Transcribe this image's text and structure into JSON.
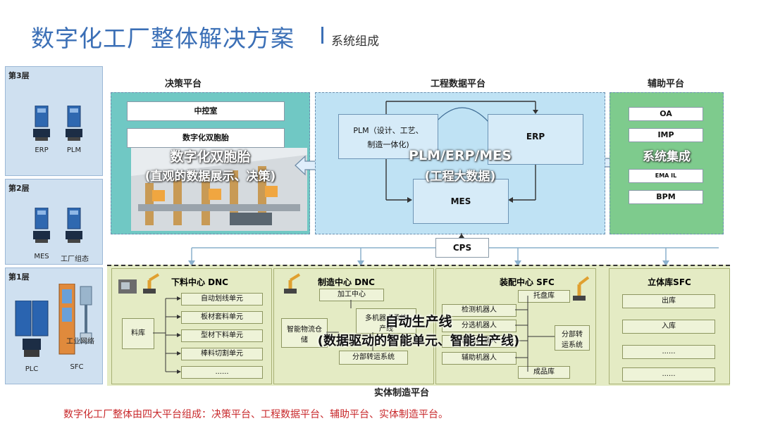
{
  "title": "数字化工厂整体解决方案",
  "subtitle": "系统组成",
  "layers": {
    "l3": {
      "label": "第3层",
      "items": [
        "ERP",
        "PLM"
      ]
    },
    "l2": {
      "label": "第2层",
      "items": [
        "MES",
        "工厂组态"
      ]
    },
    "l1": {
      "label": "第1层",
      "items": [
        "PLC",
        "SFC"
      ],
      "network": "工业网络"
    }
  },
  "decision": {
    "title": "决策平台",
    "box1": "中控室",
    "box2": "数字化双胞胎",
    "overlay_line1": "数字化双胞胎",
    "overlay_line2": "(直观的数据展示、决策)"
  },
  "engineering": {
    "title": "工程数据平台",
    "plm_line1": "PLM（设计、工艺、",
    "plm_line2": "制造一体化)",
    "erp": "ERP",
    "mes": "MES",
    "overlay_line1": "PLM/ERP/MES",
    "overlay_line2": "(工程大数据)"
  },
  "aux": {
    "title": "辅助平台",
    "items": [
      "OA",
      "IMP",
      "EMA    IL",
      "BPM"
    ],
    "overlay": "系统集成"
  },
  "cps": "CPS",
  "physical": {
    "title": "实体制造平台",
    "overlay_line1": "自动生产线",
    "overlay_line2": "(数据驱动的智能单元、智能生产线)",
    "p1": {
      "title": "下料中心  DNC",
      "store": "料库",
      "units": [
        "自动划线单元",
        "板材套料单元",
        "型材下料单元",
        "棒料切割单元",
        "......"
      ]
    },
    "p2": {
      "title": "制造中心 DNC",
      "top": "加工中心",
      "mid": "多机器人柔性",
      "mid2": "产线",
      "left1": "智能物流仓",
      "left2": "储",
      "bottom": "分部转运系统"
    },
    "p3": {
      "title": "装配中心  SFC",
      "tray": "托盘库",
      "robots": [
        "检测机器人",
        "分选机器人",
        "装配机器人",
        "辅助机器人"
      ],
      "transfer1": "分部转",
      "transfer2": "运系统",
      "product": "成品库"
    },
    "p4": {
      "title": "立体库SFC",
      "items": [
        "出库",
        "入库",
        "......",
        "......"
      ]
    }
  },
  "footer": "数字化工厂整体由四大平台组成：决策平台、工程数据平台、辅助平台、实体制造平台。"
}
